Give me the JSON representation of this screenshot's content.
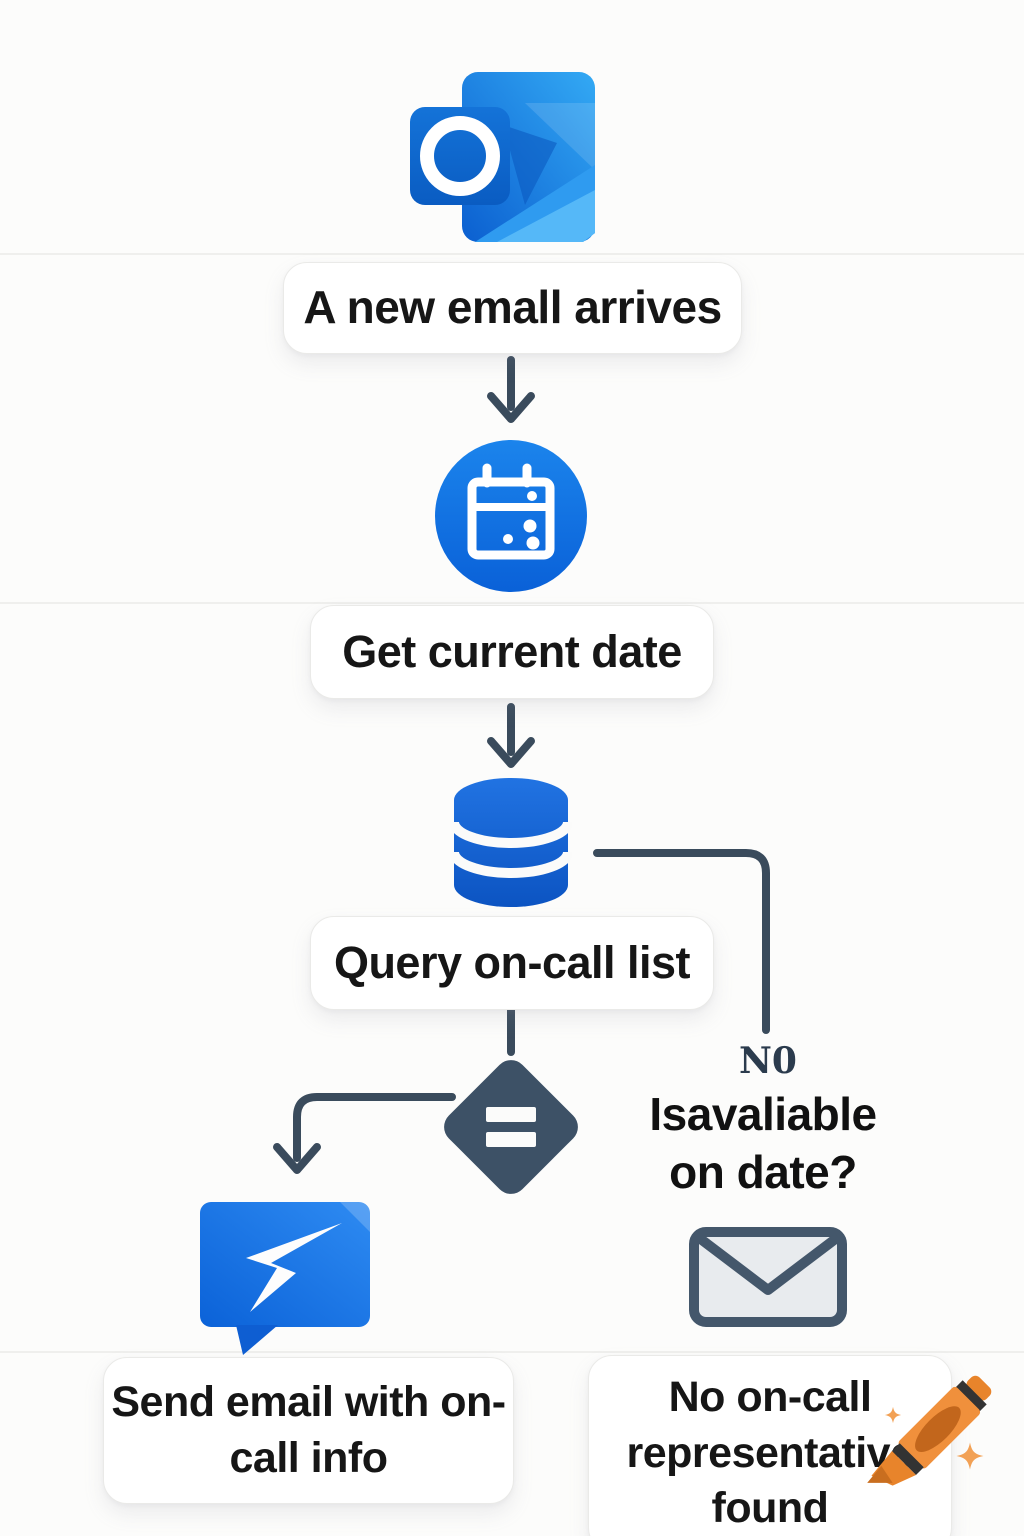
{
  "flowchart": {
    "steps": {
      "new_email": {
        "label": "A new emall arrives",
        "icon": "outlook-logo"
      },
      "get_date": {
        "label": "Get current date",
        "icon": "calendar"
      },
      "query_oncall": {
        "label": "Query on-call list",
        "icon": "database"
      },
      "decision": {
        "icon": "equals-diamond",
        "branch_no": "N0",
        "question_line1": "Isavaliable",
        "question_line2": "on date?"
      },
      "send_email": {
        "label": "Send email with on-call info",
        "icon": "chat-lightning"
      },
      "no_rep": {
        "label": "No on-call representative found",
        "icon": "envelope"
      }
    },
    "watermark": {
      "icon": "orange-crayon-with-sparkles"
    },
    "colors": {
      "background": "#FCFCFB",
      "connector": "#3A4B5C",
      "diamond_fill": "#3D5166",
      "calendar_blue": "#0D6BDE",
      "database_blue": "#1462D2",
      "bubble_blue": "#1470E8",
      "outlook_blue": "#0F6CBD",
      "envelope_fill": "#E8EBEE",
      "envelope_stroke": "#44576B",
      "crayon_orange": "#F0903C",
      "label_text": "#161616",
      "no_label_color": "#2B3B4D"
    }
  }
}
